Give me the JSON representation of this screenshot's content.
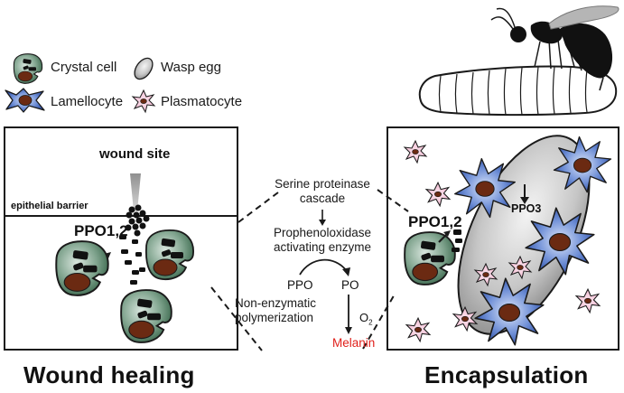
{
  "legend": {
    "crystal_cell": "Crystal cell",
    "wasp_egg": "Wasp egg",
    "lamellocyte": "Lamellocyte",
    "plasmatocyte": "Plasmatocyte"
  },
  "wound_panel": {
    "wound_site": "wound site",
    "epithelial_barrier": "epithelial barrier",
    "ppo_label": "PPO1,2"
  },
  "encapsulation_panel": {
    "ppo_label": "PPO1,2",
    "ppo3_label": "PPO3"
  },
  "pathway": {
    "serine_line1": "Serine proteinase",
    "serine_line2": "cascade",
    "activating_line1": "Prophenoloxidase",
    "activating_line2": "activating enzyme",
    "ppo": "PPO",
    "po": "PO",
    "nonenz_line1": "Non-enzymatic",
    "nonenz_line2": "polymerization",
    "o2": "O",
    "o2_sub": "2",
    "melanin": "Melanin"
  },
  "titles": {
    "wound": "Wound healing",
    "encapsulation": "Encapsulation"
  },
  "colors": {
    "crystal_green": "#2f6b4a",
    "lamellocyte_blue": "#1f4aa8",
    "nucleus_brown": "#6b2a12",
    "plasmatocyte_pink": "#f2bfd4",
    "melanin_red": "#e0201b"
  }
}
